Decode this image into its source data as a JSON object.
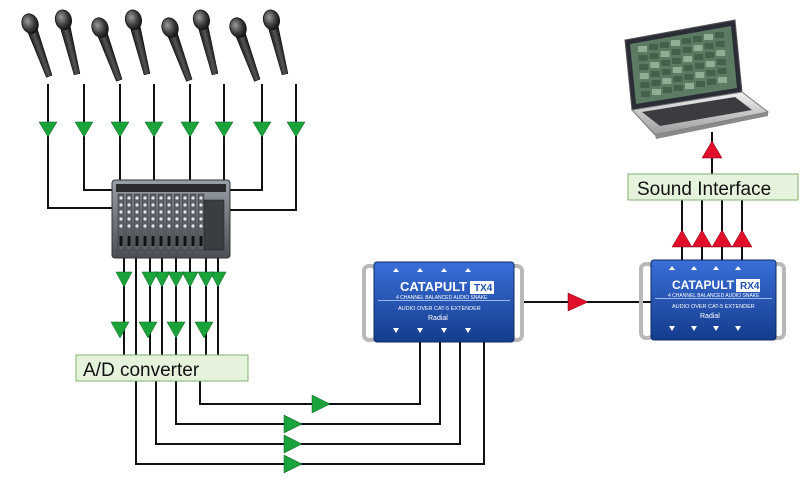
{
  "labels": {
    "ad_converter": "A/D converter",
    "sound_interface": "Sound Interface"
  },
  "devices": {
    "tx_brand": "CATAPULT",
    "tx_model": "TX4",
    "tx_sub": "4 CHANNEL BALANCED AUDIO SNAKE",
    "tx_footer": "AUDIO OVER CAT-5 EXTENDER",
    "tx_maker": "Radial",
    "rx_brand": "CATAPULT",
    "rx_model": "RX4",
    "rx_sub": "4 CHANNEL BALANCED AUDIO SNAKE",
    "rx_footer": "AUDIO OVER CAT-5 EXTENDER",
    "rx_maker": "Radial"
  },
  "colors": {
    "wire": "#111111",
    "arrow_green": "#1aa33a",
    "arrow_red": "#e0102a",
    "label_bg": "#e6f3dc",
    "label_border": "#7fb070",
    "device_blue": "#1f4fb0"
  },
  "icons": {
    "microphone": "microphone-icon",
    "mixer": "mixing-console-icon",
    "laptop": "laptop-icon"
  }
}
